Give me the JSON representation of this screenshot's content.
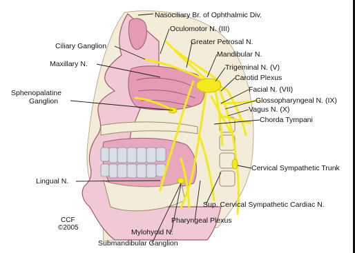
{
  "labels": {
    "nasociliary": "Nasociliary Br. of Ophthalmic Div.",
    "oculomotor": "Oculomotor N. (III)",
    "ciliary_ganglion": "Ciliary Ganglion",
    "greater_petrosal": "Greater Petrosal N.",
    "mandibular": "Mandibular N.",
    "maxillary": "Maxillary N.",
    "trigeminal": "Trigeminal N. (V)",
    "carotid_plexus": "Carotid Plexus",
    "sphenopalatine_line1": "Sphenopalatine",
    "sphenopalatine_line2": "Ganglion",
    "facial": "Facial N. (VII)",
    "glossopharyngeal": "Glossopharyngeal N. (IX)",
    "vagus": "Vagus N. (X)",
    "chorda_tympani": "Chorda Tympani",
    "cervical_trunk": "Cervical Sympathetic Trunk",
    "lingual": "Lingual N.",
    "sup_cervical_cardiac": "Sup. Cervical Sympathetic Cardiac N.",
    "pharyngeal_plexus": "Pharyngeal Plexus",
    "mylohyoid": "Mylohyoid N.",
    "submandibular_ganglion": "Submandibular Ganglion"
  },
  "credit": {
    "line1": "CCF",
    "line2": "©2005"
  },
  "colors": {
    "nerve": "#f2ea1e",
    "nerve_outline": "#c9bd00",
    "skin": "#f0c9d4",
    "mucosa": "#e59bb6",
    "bone": "#f3ecd9",
    "teeth": "#d9dde6",
    "leader": "#1a1a1a"
  }
}
